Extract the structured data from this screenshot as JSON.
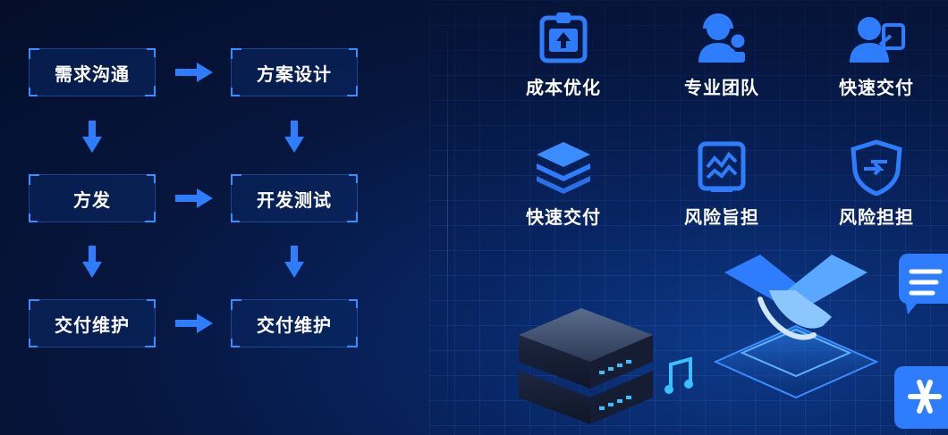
{
  "flow": {
    "boxes": [
      {
        "label": "需求沟通"
      },
      {
        "label": "方案设计"
      },
      {
        "label": "方发"
      },
      {
        "label": "开发测试"
      },
      {
        "label": "交付维护"
      },
      {
        "label": "交付维护"
      }
    ]
  },
  "features": [
    {
      "label": "成本优化",
      "icon": "clipboard-upload-icon"
    },
    {
      "label": "专业团队",
      "icon": "support-agent-icon"
    },
    {
      "label": "快速交付",
      "icon": "presenter-icon"
    },
    {
      "label": "快速交付",
      "icon": "layers-stack-icon"
    },
    {
      "label": "风险旨担",
      "icon": "chart-shield-icon"
    },
    {
      "label": "风险担担",
      "icon": "shield-arrow-icon"
    }
  ],
  "colors": {
    "accent": "#3b8cff",
    "icon_blue": "#2f7dff",
    "background": "#06163e"
  }
}
